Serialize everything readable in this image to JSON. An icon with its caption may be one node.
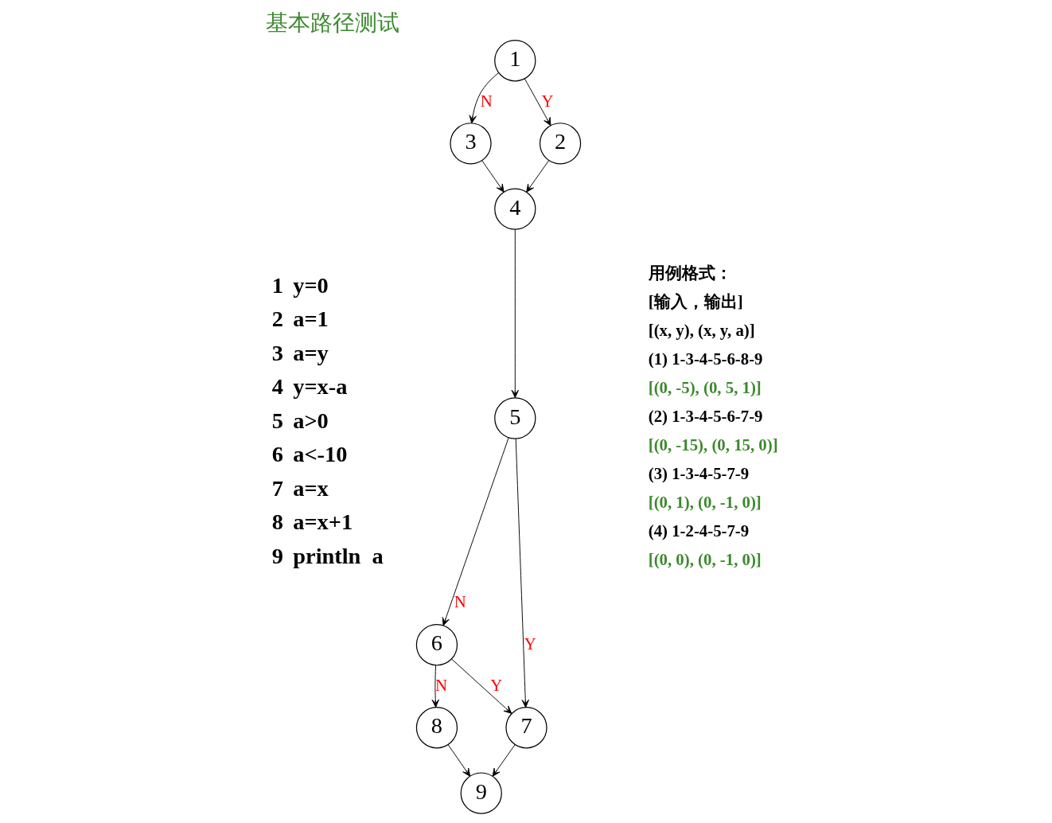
{
  "diagram": {
    "title": "基本路径测试",
    "nodes": [
      {
        "text": [
          "1"
        ]
      },
      {
        "text": [
          "3"
        ]
      },
      {
        "text": [
          "2"
        ]
      },
      {
        "text": [
          "4"
        ]
      },
      {
        "text": [
          "5"
        ]
      },
      {
        "text": [
          "6"
        ]
      },
      {
        "text": [
          "8"
        ]
      },
      {
        "text": [
          "7"
        ]
      },
      {
        "text": [
          "9"
        ]
      }
    ],
    "edges": [
      {
        "from": 0,
        "to": 1,
        "arrow": "to",
        "label": "N"
      },
      {
        "from": 0,
        "to": 2,
        "arrow": "to",
        "label": "Y"
      },
      {
        "from": 1,
        "to": 3,
        "arrow": "to"
      },
      {
        "from": 2,
        "to": 3,
        "arrow": "to"
      },
      {
        "from": 3,
        "to": 4,
        "arrow": "to"
      },
      {
        "from": 4,
        "to": 5,
        "arrow": "to",
        "label": "N"
      },
      {
        "from": 4,
        "to": 7,
        "arrow": "to",
        "label": "Y"
      },
      {
        "from": 5,
        "to": 6,
        "arrow": "to",
        "label": "N"
      },
      {
        "from": 5,
        "to": 7,
        "arrow": "to",
        "label": "Y"
      },
      {
        "from": 6,
        "to": 8,
        "arrow": "to"
      },
      {
        "from": 7,
        "to": 8,
        "arrow": "to"
      }
    ],
    "labels": [
      "1",
      "y=0",
      "2",
      "a=1",
      "3",
      "a=y",
      "4",
      "y=x-a",
      "5",
      "a>0",
      "6",
      "a<-10",
      "7",
      "a=x",
      "8",
      "a=x+1",
      "9",
      "println  a",
      "用例格式：",
      "[输入，输出]",
      "[(x, y), (x, y, a)]",
      "(1) 1-3-4-5-6-8-9",
      "[(0, -5), (0, 5, 1)]",
      "(2) 1-3-4-5-6-7-9",
      "[(0, -15), (0, 15, 0)]",
      "(3) 1-3-4-5-7-9",
      "[(0, 1), (0, -1, 0)]",
      "(4) 1-2-4-5-7-9",
      "[(0, 0), (0, -1, 0)]"
    ]
  }
}
